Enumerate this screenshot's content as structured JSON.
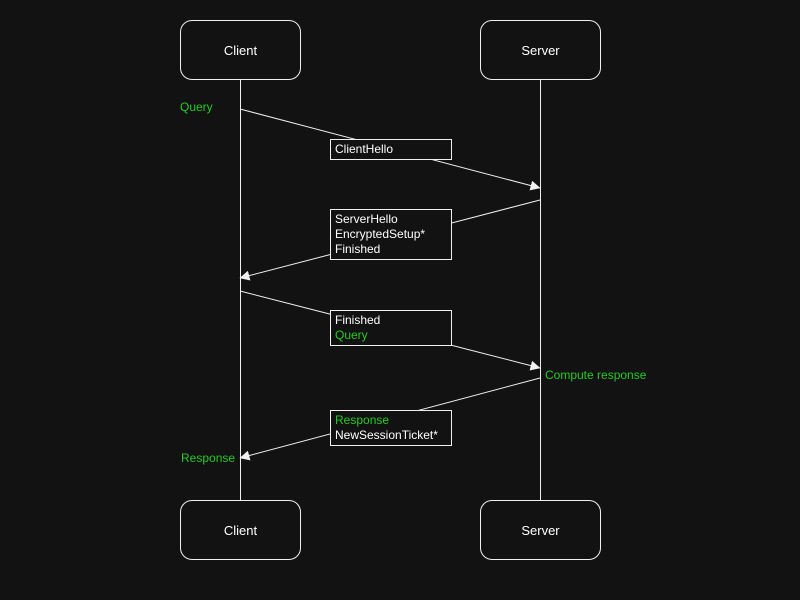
{
  "colors": {
    "background": "#121212",
    "stroke": "#f0f0f0",
    "text": "#ffffff",
    "accent_green": "#22cc22"
  },
  "actors": [
    {
      "id": "client",
      "label": "Client"
    },
    {
      "id": "server",
      "label": "Server"
    }
  ],
  "messages": [
    {
      "id": "client-hello",
      "from": "client",
      "to": "server",
      "lines": [
        {
          "text": "ClientHello",
          "color": "#ffffff"
        }
      ]
    },
    {
      "id": "server-hello",
      "from": "server",
      "to": "client",
      "lines": [
        {
          "text": "ServerHello",
          "color": "#ffffff"
        },
        {
          "text": "EncryptedSetup*",
          "color": "#ffffff"
        },
        {
          "text": "Finished",
          "color": "#ffffff"
        }
      ]
    },
    {
      "id": "finished-query",
      "from": "client",
      "to": "server",
      "lines": [
        {
          "text": "Finished",
          "color": "#ffffff"
        },
        {
          "text": "Query",
          "color": "#22cc22"
        }
      ]
    },
    {
      "id": "response-ticket",
      "from": "server",
      "to": "client",
      "lines": [
        {
          "text": "Response",
          "color": "#22cc22"
        },
        {
          "text": "NewSessionTicket*",
          "color": "#ffffff"
        }
      ]
    }
  ],
  "annotations": [
    {
      "id": "query",
      "text": "Query",
      "color": "#22cc22"
    },
    {
      "id": "compute-response",
      "text": "Compute response",
      "color": "#22cc22"
    },
    {
      "id": "response",
      "text": "Response",
      "color": "#22cc22"
    }
  ]
}
